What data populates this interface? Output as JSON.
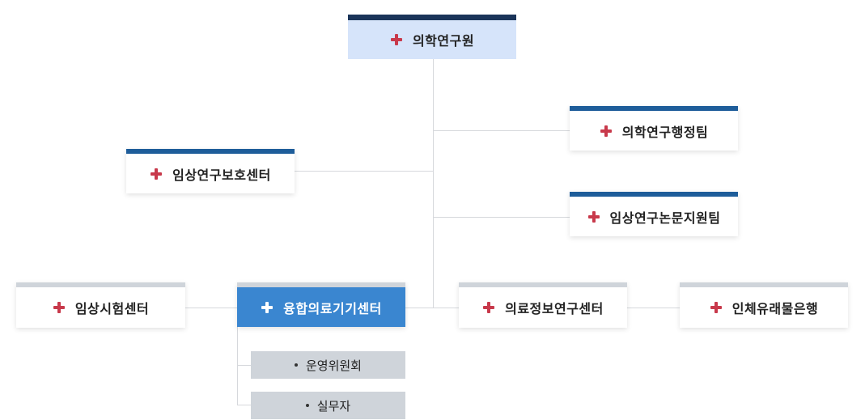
{
  "org": {
    "root": "의학연구원",
    "right_units": [
      "의학연구행정팀",
      "임상연구논문지원팀"
    ],
    "left_unit": "임상연구보호센터",
    "bottom_units": [
      "임상시험센터",
      "융합의료기기센터",
      "의료정보연구센터",
      "인체유래물은행"
    ],
    "sub_units": [
      "운영위원회",
      "실무자"
    ]
  },
  "colors": {
    "root_bg": "#d6e4fa",
    "root_border": "#1a3459",
    "unit_border": "#1e5d9a",
    "highlight_bg": "#3a86d0",
    "plus_icon": "#c8394b",
    "connector": "#d6d8dc"
  },
  "icons": {
    "unit": "plus-icon",
    "sub": "bullet-dot-icon"
  }
}
